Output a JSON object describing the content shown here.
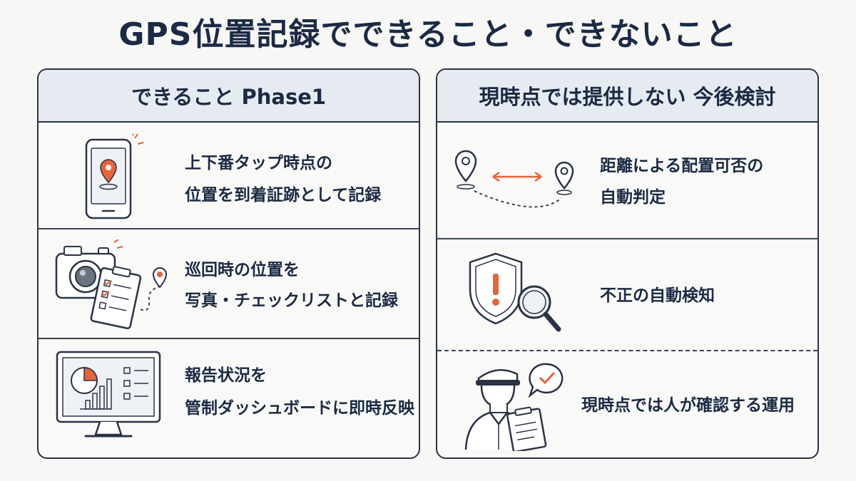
{
  "title": "GPS位置記録でできること・できないこと",
  "left_panel": {
    "header": "できること Phase1",
    "items": [
      {
        "line1": "上下番タップ時点の",
        "line2": "位置を到着証跡として記録"
      },
      {
        "line1": "巡回時の位置を",
        "line2": "写真・チェックリストと記録"
      },
      {
        "line1": "報告状況を",
        "line2": "管制ダッシュボードに即時反映"
      }
    ]
  },
  "right_panel": {
    "header": "現時点では提供しない 今後検討",
    "items": [
      {
        "line1": "距離による配置可否の",
        "line2": "自動判定"
      },
      {
        "line1": "不正の自動検知"
      },
      {
        "line1": "現時点では人が確認する運用"
      }
    ]
  },
  "colors": {
    "accent": "#e8633a",
    "ink": "#2a3345",
    "header_bg": "#e6ebf1",
    "background": "#f7f7f5"
  }
}
